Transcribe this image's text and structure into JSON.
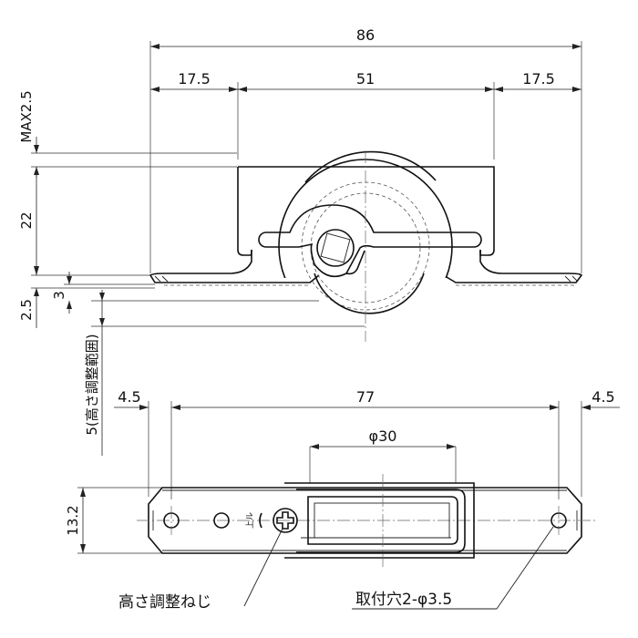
{
  "side_view": {
    "dim_total_width": "86",
    "dim_left_flange": "17.5",
    "dim_body": "51",
    "dim_right_flange": "17.5",
    "dim_max_protrusion": "MAX2.5",
    "dim_height": "22",
    "dim_bottom_thickness": "2.5",
    "dim_flange_drop": "3",
    "dim_height_adjust_range": "5(高さ調整範囲)"
  },
  "plan_view": {
    "dim_left_offset": "4.5",
    "dim_hole_pitch": "77",
    "dim_right_offset": "4.5",
    "dim_wheel_diameter": "φ30",
    "dim_width": "13.2",
    "adjust_mark": "上ル",
    "label_height_screw": "高さ調整ねじ",
    "label_mounting_holes": "取付穴2-φ3.5"
  }
}
